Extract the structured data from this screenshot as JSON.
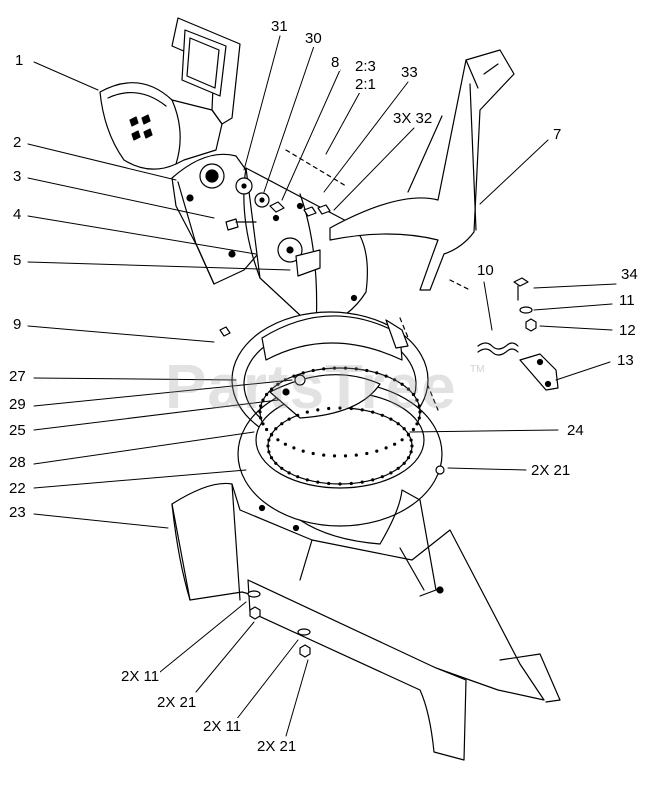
{
  "watermark": {
    "text": "PartsTree",
    "trademark": "TM"
  },
  "colors": {
    "line": "#000000",
    "background": "#ffffff",
    "shade": "#d9d9d9"
  },
  "callouts": {
    "c1": "1",
    "c2": "2",
    "c3": "3",
    "c4": "4",
    "c5": "5",
    "c7": "7",
    "c8": "8",
    "c9": "9",
    "c10": "10",
    "c11": "11",
    "c12": "12",
    "c13": "13",
    "c22": "22",
    "c23": "23",
    "c24": "24",
    "c25": "25",
    "c27": "27",
    "c28": "28",
    "c29": "29",
    "c30": "30",
    "c31": "31",
    "c33": "33",
    "c34": "34",
    "ratio_a": "2:3",
    "ratio_b": "2:1",
    "c3x32": "3X 32",
    "c2x21_top": "2X 21",
    "c2x11_a": "2X 11",
    "c2x21_a": "2X 21",
    "c2x11_b": "2X 11",
    "c2x21_b": "2X 21"
  }
}
